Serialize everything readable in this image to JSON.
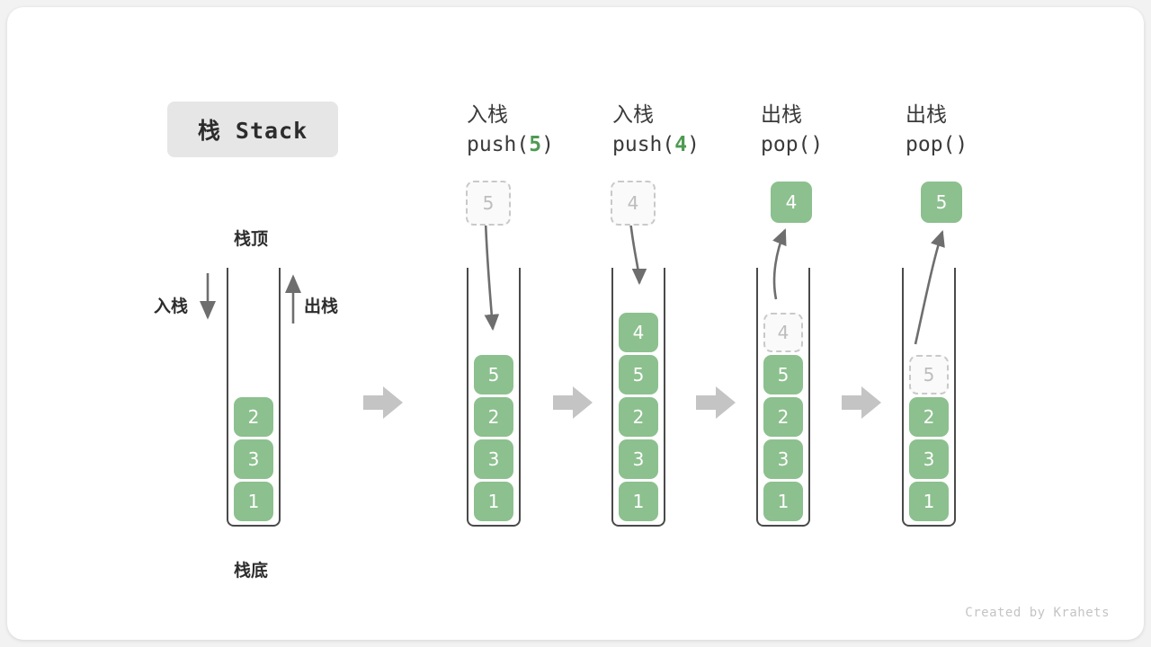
{
  "title": {
    "text": "栈 Stack"
  },
  "footer": {
    "text": "Created by Krahets"
  },
  "colors": {
    "element_green": "#8cc08e",
    "ghost_border": "#c9c9c9",
    "ghost_fill": "#fafafa",
    "arrow_gray": "#6e6e6e",
    "flow_arrow_gray": "#c0c0c0",
    "accent_code_green": "#4e9a51",
    "chip_bg": "#e6e6e6"
  },
  "legend": {
    "top_label": "栈顶",
    "bottom_label": "栈底",
    "push_label": "入栈",
    "pop_label": "出栈"
  },
  "stages": [
    {
      "id": "initial",
      "caption_cn": "",
      "caption_code": "",
      "floating": null,
      "ghost_top": null,
      "cells": [
        "2",
        "3",
        "1"
      ]
    },
    {
      "id": "push-5",
      "caption_cn": "入栈",
      "caption_code_prefix": "push(",
      "caption_code_value": "5",
      "caption_code_suffix": ")",
      "floating": {
        "value": "5",
        "style": "ghost"
      },
      "ghost_top": null,
      "cells": [
        "5",
        "2",
        "3",
        "1"
      ]
    },
    {
      "id": "push-4",
      "caption_cn": "入栈",
      "caption_code_prefix": "push(",
      "caption_code_value": "4",
      "caption_code_suffix": ")",
      "floating": {
        "value": "4",
        "style": "ghost"
      },
      "ghost_top": null,
      "cells": [
        "4",
        "5",
        "2",
        "3",
        "1"
      ]
    },
    {
      "id": "pop-4",
      "caption_cn": "出栈",
      "caption_code_prefix": "pop(",
      "caption_code_value": "",
      "caption_code_suffix": ")",
      "floating": {
        "value": "4",
        "style": "solid"
      },
      "ghost_top": "4",
      "cells": [
        "5",
        "2",
        "3",
        "1"
      ]
    },
    {
      "id": "pop-5",
      "caption_cn": "出栈",
      "caption_code_prefix": "pop(",
      "caption_code_value": "",
      "caption_code_suffix": ")",
      "floating": {
        "value": "5",
        "style": "solid"
      },
      "ghost_top": "5",
      "cells": [
        "2",
        "3",
        "1"
      ]
    }
  ],
  "flow_arrows": 4
}
